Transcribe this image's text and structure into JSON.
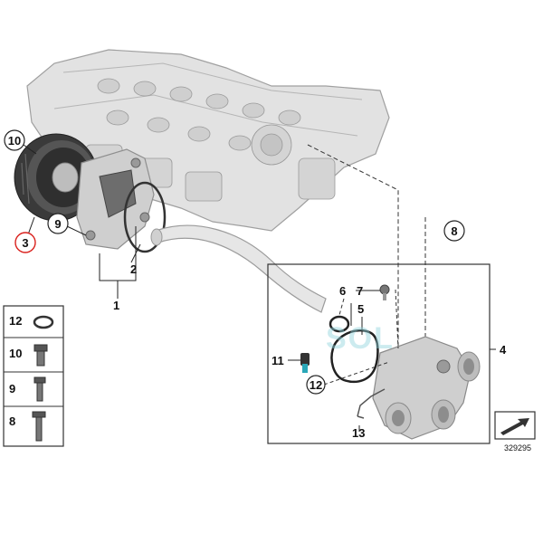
{
  "callouts": {
    "c10": "10",
    "c9": "9",
    "c3": "3",
    "c2": "2",
    "c1": "1",
    "c8": "8",
    "c6": "6",
    "c7": "7",
    "c5": "5",
    "c4": "4",
    "c11": "11",
    "c12": "12",
    "c13": "13"
  },
  "legend": [
    {
      "num": "12",
      "icon": "o-ring-icon"
    },
    {
      "num": "10",
      "icon": "hex-bolt-icon"
    },
    {
      "num": "9",
      "icon": "long-bolt-icon"
    },
    {
      "num": "8",
      "icon": "flange-bolt-icon"
    }
  ],
  "watermark": "SOL",
  "diagram_number": "329295",
  "colors": {
    "engine": "#dcdcdc",
    "engine_stroke": "#9a9a9a",
    "part": "#c8c8c8",
    "dark": "#333333",
    "highlight": "#d9201c",
    "accent": "#2aa7b8"
  }
}
